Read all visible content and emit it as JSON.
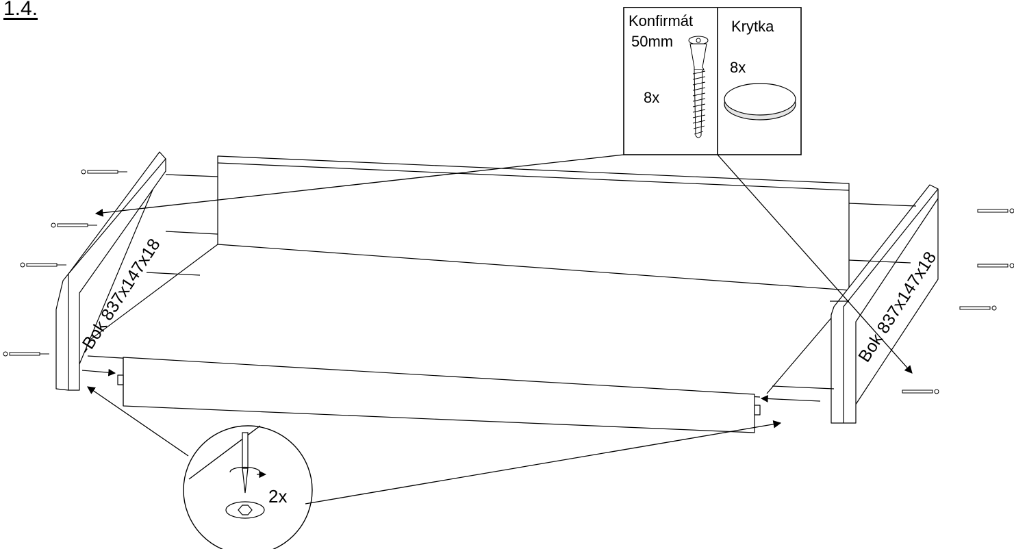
{
  "step": {
    "number": "1.4."
  },
  "parts": [
    {
      "name": "Konfirmát",
      "size": "50mm",
      "quantity": "8x",
      "icon": "confirmat-screw-icon"
    },
    {
      "name": "Krytka",
      "quantity": "8x",
      "icon": "cover-cap-icon"
    }
  ],
  "panels": {
    "left_side": "-Bok 837x147x18",
    "right_side": "Bok 837x147x18"
  },
  "detail": {
    "quantity": "2x",
    "icon": "screwdriver-turn-icon"
  },
  "colors": {
    "line": "#000000",
    "background": "#ffffff",
    "cap_fill": "#e6e6e6"
  }
}
